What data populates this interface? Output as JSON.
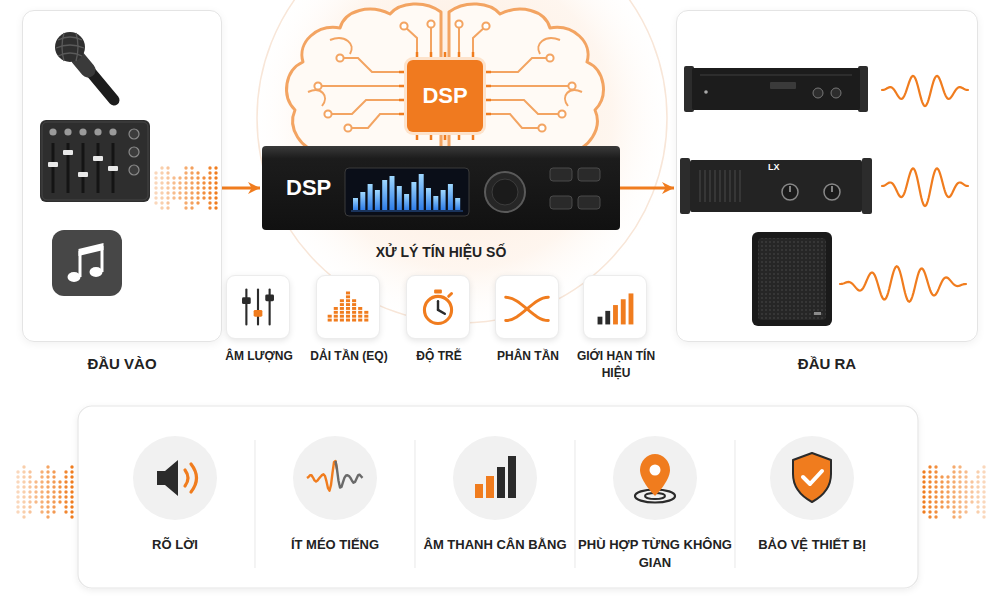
{
  "diagram": {
    "nodes": [
      {
        "text": [
          "ĐẦU VÀO"
        ]
      },
      {
        "text": [
          "DSP"
        ]
      },
      {
        "text": [
          "DSP",
          "XỬ LÝ TÍN HIỆU SỐ"
        ]
      },
      {
        "text": [
          "ÂM LƯỢNG"
        ]
      },
      {
        "text": [
          "DẢI TẦN (EQ)"
        ]
      },
      {
        "text": [
          "ĐỘ TRỄ"
        ]
      },
      {
        "text": [
          "PHÂN TẦN"
        ]
      },
      {
        "text": [
          "GIỚI HẠN TÍN HIỆU"
        ]
      },
      {
        "text": [
          "ĐẦU RA"
        ]
      },
      {
        "text": [
          "RÕ LỜI"
        ]
      },
      {
        "text": [
          "ÍT MÉO TIẾNG"
        ]
      },
      {
        "text": [
          "ÂM THANH CÂN BẰNG"
        ]
      },
      {
        "text": [
          "PHÙ HỢP TỪNG KHÔNG GIAN"
        ]
      },
      {
        "text": [
          "BẢO VỆ THIẾT BỊ"
        ]
      }
    ],
    "edges": [
      {
        "from": 0,
        "to": 2,
        "arrow": "to"
      },
      {
        "from": 2,
        "to": 8,
        "arrow": "to"
      }
    ],
    "labels": [
      "LX"
    ]
  }
}
